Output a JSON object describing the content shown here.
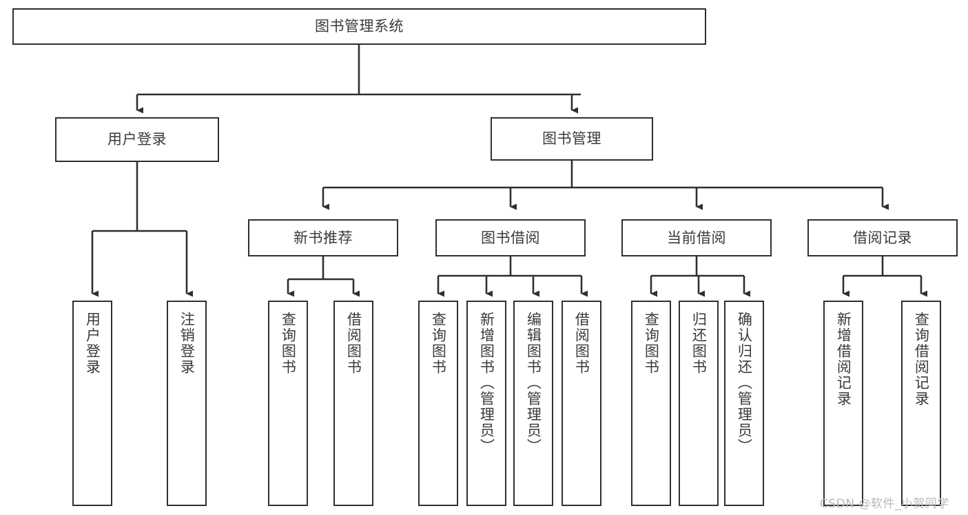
{
  "diagram": {
    "title": "图书管理系统",
    "type": "tree",
    "background_color": "#ffffff",
    "node_border_color": "#2f2f2f",
    "node_fill_color": "#ffffff",
    "text_color": "#3a3a3a",
    "edge_color": "#2f2f2f",
    "nodes": {
      "root": {
        "label": "图书管理系统",
        "level": 0,
        "orientation": "horizontal"
      },
      "l1_user_login": {
        "label": "用户登录",
        "level": 1,
        "orientation": "horizontal"
      },
      "l1_book_manage": {
        "label": "图书管理",
        "level": 1,
        "orientation": "horizontal"
      },
      "l2_new_book_rec": {
        "label": "新书推荐",
        "level": 2,
        "orientation": "horizontal"
      },
      "l2_book_borrow": {
        "label": "图书借阅",
        "level": 2,
        "orientation": "horizontal"
      },
      "l2_current_borrow": {
        "label": "当前借阅",
        "level": 2,
        "orientation": "horizontal"
      },
      "l2_borrow_record": {
        "label": "借阅记录",
        "level": 2,
        "orientation": "horizontal"
      },
      "leaf_user_login": {
        "label": "用户登录",
        "level": 3,
        "orientation": "vertical"
      },
      "leaf_logout": {
        "label": "注销登录",
        "level": 3,
        "orientation": "vertical"
      },
      "leaf_rec_query": {
        "label": "查询图书",
        "level": 3,
        "orientation": "vertical"
      },
      "leaf_rec_borrow": {
        "label": "借阅图书",
        "level": 3,
        "orientation": "vertical"
      },
      "leaf_borrow_query": {
        "label": "查询图书",
        "level": 3,
        "orientation": "vertical"
      },
      "leaf_add_book": {
        "label": "新增图书（管理员）",
        "level": 3,
        "orientation": "vertical"
      },
      "leaf_edit_book": {
        "label": "编辑图书（管理员）",
        "level": 3,
        "orientation": "vertical"
      },
      "leaf_borrow_book": {
        "label": "借阅图书",
        "level": 3,
        "orientation": "vertical"
      },
      "leaf_cur_query": {
        "label": "查询图书",
        "level": 3,
        "orientation": "vertical"
      },
      "leaf_return_book": {
        "label": "归还图书",
        "level": 3,
        "orientation": "vertical"
      },
      "leaf_confirm_return": {
        "label": "确认归还（管理员）",
        "level": 3,
        "orientation": "vertical"
      },
      "leaf_add_record": {
        "label": "新增借阅记录",
        "level": 3,
        "orientation": "vertical"
      },
      "leaf_query_record": {
        "label": "查询借阅记录",
        "level": 3,
        "orientation": "vertical"
      }
    },
    "edges": [
      {
        "from": "root",
        "to": "l1_user_login"
      },
      {
        "from": "root",
        "to": "l1_book_manage"
      },
      {
        "from": "l1_user_login",
        "to": "leaf_user_login"
      },
      {
        "from": "l1_user_login",
        "to": "leaf_logout"
      },
      {
        "from": "l1_book_manage",
        "to": "l2_new_book_rec"
      },
      {
        "from": "l1_book_manage",
        "to": "l2_book_borrow"
      },
      {
        "from": "l1_book_manage",
        "to": "l2_current_borrow"
      },
      {
        "from": "l1_book_manage",
        "to": "l2_borrow_record"
      },
      {
        "from": "l2_new_book_rec",
        "to": "leaf_rec_query"
      },
      {
        "from": "l2_new_book_rec",
        "to": "leaf_rec_borrow"
      },
      {
        "from": "l2_book_borrow",
        "to": "leaf_borrow_query"
      },
      {
        "from": "l2_book_borrow",
        "to": "leaf_add_book"
      },
      {
        "from": "l2_book_borrow",
        "to": "leaf_edit_book"
      },
      {
        "from": "l2_book_borrow",
        "to": "leaf_borrow_book"
      },
      {
        "from": "l2_current_borrow",
        "to": "leaf_cur_query"
      },
      {
        "from": "l2_current_borrow",
        "to": "leaf_return_book"
      },
      {
        "from": "l2_current_borrow",
        "to": "leaf_confirm_return"
      },
      {
        "from": "l2_borrow_record",
        "to": "leaf_add_record"
      },
      {
        "from": "l2_borrow_record",
        "to": "leaf_query_record"
      }
    ]
  },
  "watermark": {
    "text": "CSDN @软件_小贺同学",
    "color": "#b9b9b9"
  }
}
